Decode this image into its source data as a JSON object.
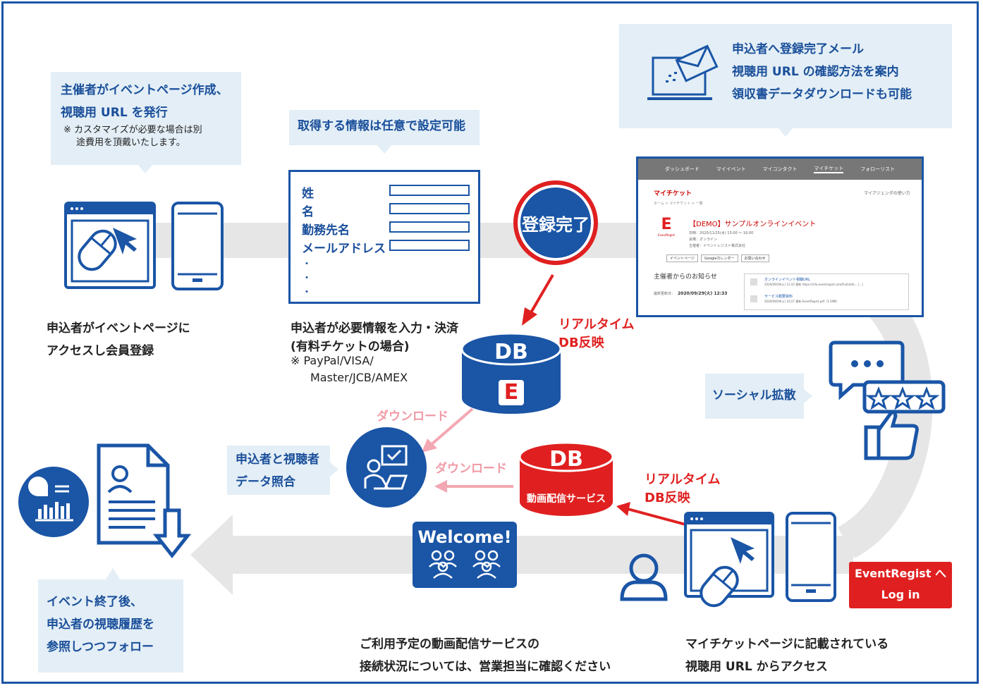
{
  "bubbles": {
    "organizer": {
      "line1": "主催者がイベントページ作成、",
      "line2": "視聴用 URL を発行",
      "note1": "※ カスタマイズが必要な場合は別",
      "note2": "途費用を頂戴いたします。"
    },
    "info": {
      "text": "取得する情報は任意で設定可能"
    },
    "mail": {
      "line1": "申込者へ登録完了メール",
      "line2": "視聴用 URL の確認方法を案内",
      "line3": "領収書データダウンロードも可能"
    },
    "social": {
      "text": "ソーシャル拡散"
    },
    "match": {
      "line1": "申込者と視聴者",
      "line2": "データ照合"
    },
    "follow": {
      "line1": "イベント終了後、",
      "line2": "申込者の視聴履歴を",
      "line3": "参照しつつフォロー"
    }
  },
  "form": {
    "fields": [
      "姓",
      "名",
      "勤務先名",
      "メールアドレス"
    ],
    "dots": [
      "・",
      "・",
      "・"
    ]
  },
  "captions": {
    "access": {
      "line1": "申込者がイベントページに",
      "line2": "アクセスし会員登録"
    },
    "input": {
      "line1": "申込者が必要情報を入力・決済",
      "line2": "(有料チケットの場合)",
      "note1": "※ PayPal/VISA/",
      "note2": "Master/JCB/AMEX"
    },
    "streaming": {
      "line1": "ご利用予定の動画配信サービスの",
      "line2": "接続状況については、営業担当に確認ください"
    },
    "viewing": {
      "line1": "マイチケットページに記載されている",
      "line2": "視聴用 URL からアクセス"
    }
  },
  "registered": {
    "text": "登録完了"
  },
  "realtime_top": {
    "line1": "リアルタイム",
    "line2": "DB反映"
  },
  "realtime_bottom": {
    "line1": "リアルタイム",
    "line2": "DB反映"
  },
  "db_main": {
    "label": "DB",
    "logo": "E"
  },
  "db_video": {
    "label": "DB",
    "sub": "動画配信サービス"
  },
  "download_top": {
    "text": "ダウンロード"
  },
  "download_mid": {
    "text": "ダウンロード"
  },
  "welcome": {
    "text": "Welcome!"
  },
  "login_button": {
    "line1": "EventRegist へ",
    "line2": "Log in"
  },
  "mypage": {
    "nav": [
      "ダッシュボード",
      "マイイベント",
      "マイコンタクト",
      "マイチケット",
      "フォローリスト"
    ],
    "title": "マイチケット",
    "title_link": "マイアジェンダの使い方",
    "breadcrumb": "ホーム > マイチケット > 一覧",
    "event_title": "【DEMO】サンプルオンラインイベント",
    "event_date": "日時：2020/11/25(水) 15:00 〜 16:00",
    "event_venue": "会場：オンライン",
    "event_org": "主催者：イベントレジスト株式会社",
    "logo_letter": "E",
    "logo_name": "EventRegist",
    "buttons": [
      "イベントページ",
      "Googleカレンダー",
      "お問い合わせ"
    ],
    "notice_heading": "主催者からのお知らせ",
    "notice_date_label": "最終更新日：",
    "notice_date": "2020/09/29(火) 12:33",
    "notices": [
      {
        "title": "オンラインイベント視聴URL",
        "meta": "2020/09/29(火) 12:22 更新   https://info.eventregist.com/fruitnb/b... [...]"
      },
      {
        "title": "サービス概要資料",
        "meta": "2020/09/29(火) 10:27 更新   EventRegist.pdf（1.5MB）"
      }
    ]
  },
  "colors": {
    "brand_blue": "#1a55a6",
    "accent_red": "#e02020",
    "bubble_bg": "#e3eef6",
    "flow_gray": "#e6e6e6"
  }
}
